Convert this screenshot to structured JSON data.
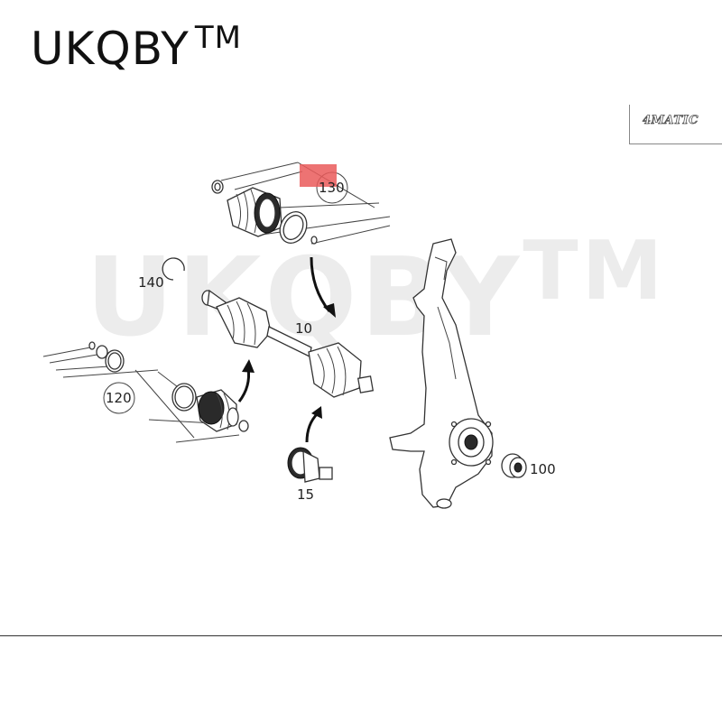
{
  "brand": {
    "name": "UKQBY",
    "mark": "TM"
  },
  "watermark": {
    "name": "UKQBY",
    "mark": "TM"
  },
  "badge": {
    "text": "4MATIC"
  },
  "callouts": {
    "c130": "130",
    "c140": "140",
    "c10": "10",
    "c120": "120",
    "c15": "15",
    "c100": "100"
  },
  "colors": {
    "highlight": "#ea5a5a",
    "line": "#444444"
  }
}
